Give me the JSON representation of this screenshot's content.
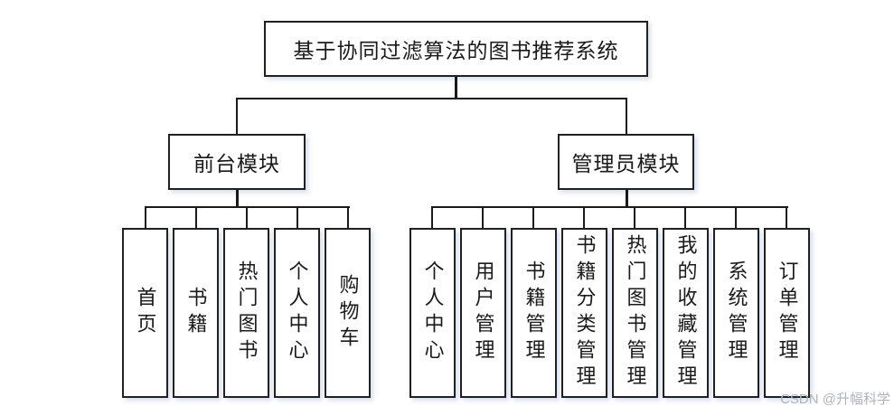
{
  "diagram": {
    "title": "基于协同过滤算法的图书推荐系统",
    "modules": [
      {
        "label": "前台模块",
        "children": [
          "首页",
          "书籍",
          "热门图书",
          "个人中心",
          "购物车"
        ]
      },
      {
        "label": "管理员模块",
        "children": [
          "个人中心",
          "用户管理",
          "书籍管理",
          "书籍分类管理",
          "热门图书管理",
          "我的收藏管理",
          "系统管理",
          "订单管理"
        ]
      }
    ]
  },
  "watermark": "CSDN @升幅科学",
  "colors": {
    "line": "#1a1a1a",
    "box_border": "#212121",
    "box_fill": "#ffffff",
    "watermark": "#adb2bc"
  }
}
